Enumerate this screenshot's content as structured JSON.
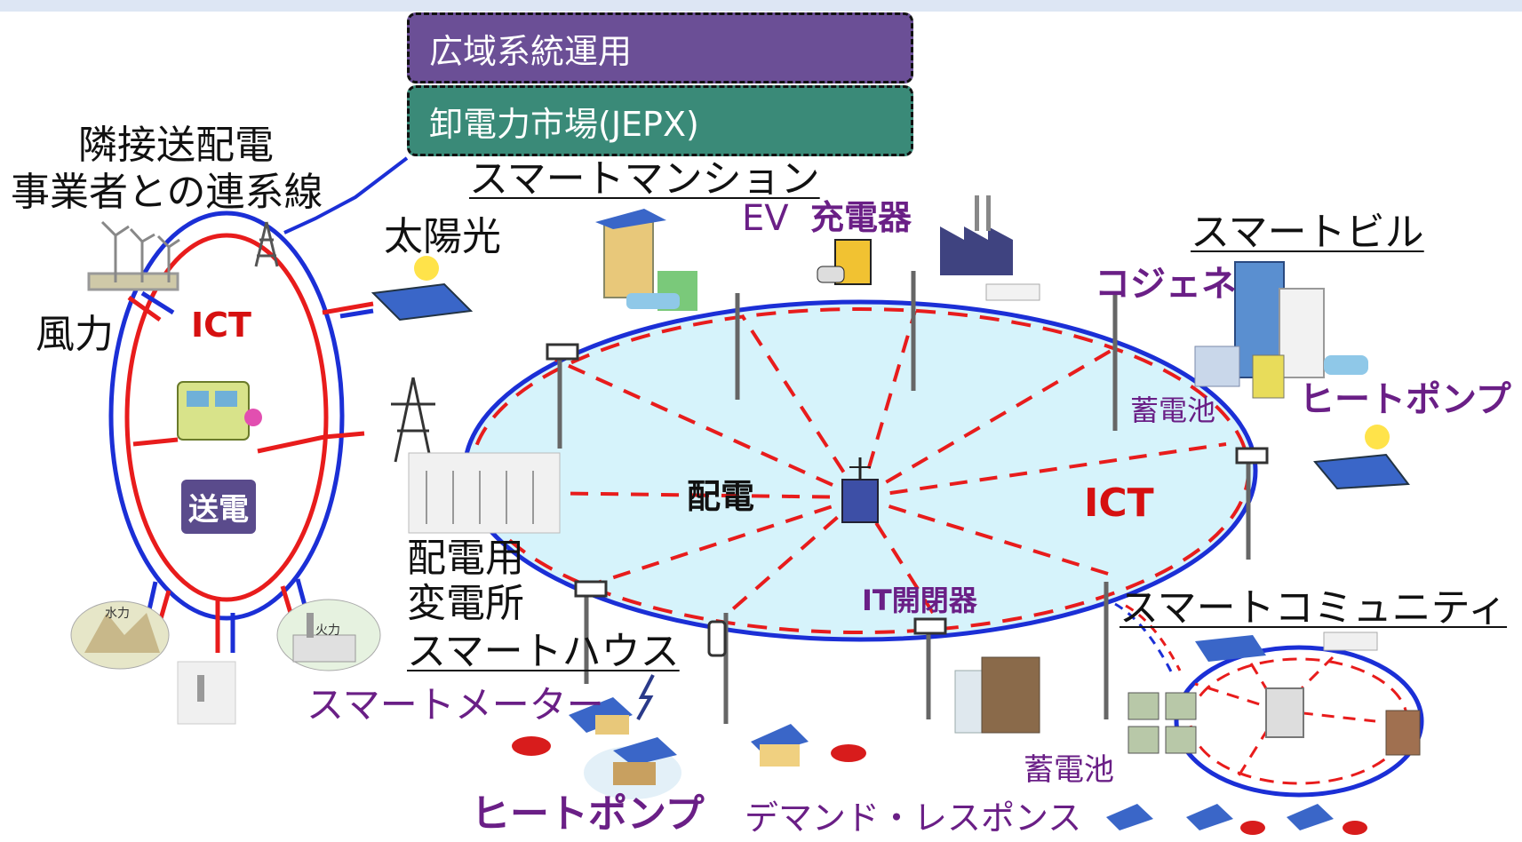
{
  "header_boxes": {
    "wide_area_operation": "広域系統運用",
    "wholesale_market": "卸電力市場(JEPX)"
  },
  "transmission_side": {
    "interconnection": "隣接送配電\n事業者との連系線",
    "interconnection_line1": "隣接送配電",
    "interconnection_line2": "事業者との連系線",
    "wind": "風力",
    "solar": "太陽光",
    "ict": "ICT",
    "transmission": "送電",
    "substation_line1": "配電用",
    "substation_line2": "変電所",
    "hydro_sign": "水力",
    "thermal_sign": "火力"
  },
  "distribution_side": {
    "smart_mansion": "スマートマンション",
    "ev_charger_prefix": "EV",
    "ev_charger": "充電器",
    "smart_building": "スマートビル",
    "cogeneration": "コジェネ",
    "battery_building": "蓄電池",
    "heat_pump_building": "ヒートポンプ",
    "distribution": "配電",
    "ict": "ICT",
    "it_switch": "IT開閉器",
    "smart_community": "スマートコミュニティ",
    "smart_house": "スマートハウス",
    "smart_meter": "スマートメーター",
    "heat_pump_house": "ヒートポンプ",
    "demand_response": "デマンド・レスポンス",
    "battery_community": "蓄電池"
  },
  "colors": {
    "power_line": "#e81c1c",
    "comm_line": "#1b2fd6",
    "distribution_fill": "#d6f3fb",
    "label_purple": "#6a1f86",
    "box_purple": "#6b4f96",
    "box_green": "#3a8a78"
  }
}
